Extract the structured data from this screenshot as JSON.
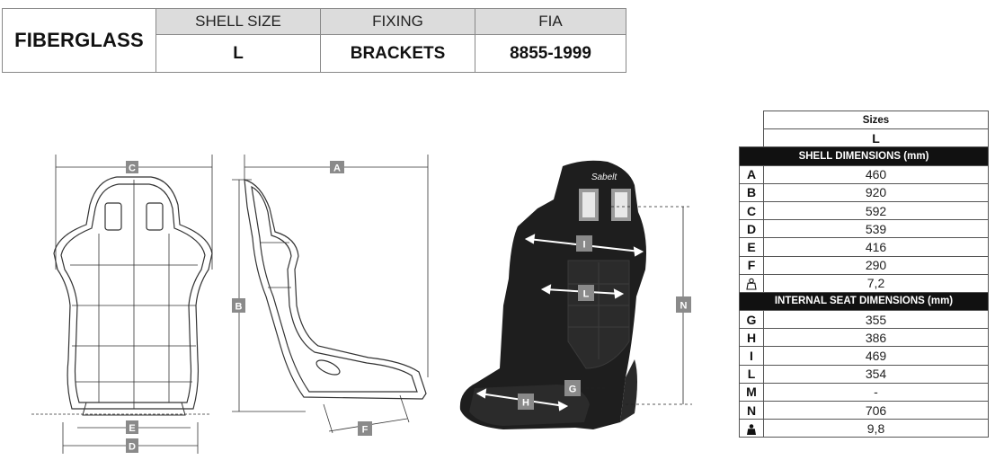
{
  "header": {
    "material": "FIBERGLASS",
    "columns": [
      {
        "label": "SHELL SIZE",
        "value": "L"
      },
      {
        "label": "FIXING",
        "value": "BRACKETS"
      },
      {
        "label": "FIA",
        "value": "8855-1999"
      }
    ]
  },
  "diagram_labels": {
    "A": "A",
    "B": "B",
    "C": "C",
    "D": "D",
    "E": "E",
    "F": "F",
    "G": "G",
    "H": "H",
    "I": "I",
    "L": "L",
    "N": "N",
    "logo": "Sabelt"
  },
  "spec_table": {
    "sizes_header": "Sizes",
    "size": "L",
    "shell_title": "SHELL DIMENSIONS (mm)",
    "shell_rows": [
      {
        "label": "A",
        "value": "460"
      },
      {
        "label": "B",
        "value": "920"
      },
      {
        "label": "C",
        "value": "592"
      },
      {
        "label": "D",
        "value": "539"
      },
      {
        "label": "E",
        "value": "416"
      },
      {
        "label": "F",
        "value": "290"
      },
      {
        "icon": "weight-outline-icon",
        "value": "7,2"
      }
    ],
    "internal_title": "INTERNAL SEAT DIMENSIONS (mm)",
    "internal_rows": [
      {
        "label": "G",
        "value": "355"
      },
      {
        "label": "H",
        "value": "386"
      },
      {
        "label": "I",
        "value": "469"
      },
      {
        "label": "L",
        "value": "354"
      },
      {
        "label": "M",
        "value": "-"
      },
      {
        "label": "N",
        "value": "706"
      },
      {
        "icon": "weight-filled-icon",
        "value": "9,8"
      }
    ]
  }
}
